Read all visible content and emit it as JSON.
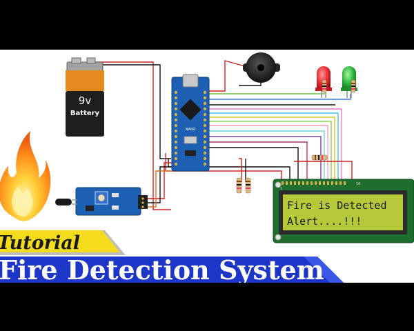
{
  "battery": {
    "voltage": "9v",
    "label": "Battery"
  },
  "board": {
    "name": "NANO"
  },
  "lcd": {
    "line1": "Fire is Detected",
    "line2": "Alert....!!!",
    "pin_label_start": "1",
    "pin_label_end": "16"
  },
  "leds": [
    {
      "color": "red",
      "hex": "#e8262b"
    },
    {
      "color": "green",
      "hex": "#27b33a"
    }
  ],
  "banner": {
    "tag": "Tutorial",
    "title": "Fire Detection System"
  },
  "colors": {
    "tag_bg": "#f2dc1d",
    "title_bg": "#1e36c8",
    "title_text": "#ffffff",
    "tag_text": "#1a1a1a",
    "pcb_blue": "#1d5fb3",
    "lcd_green": "#b6c93a"
  }
}
